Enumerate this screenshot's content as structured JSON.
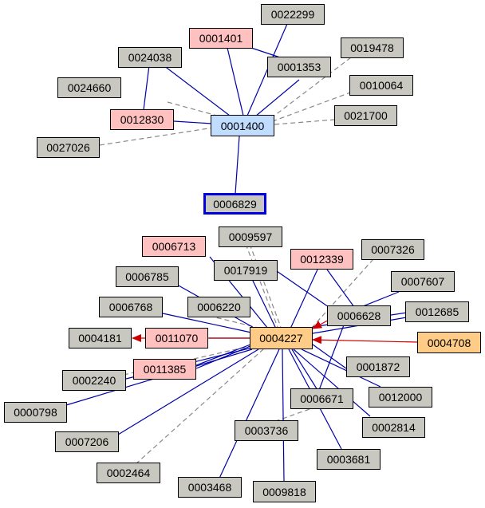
{
  "diagram": {
    "colors": {
      "node_default": "#c8c8c0",
      "node_pink": "#ffc0c0",
      "node_blue": "#c0dcff",
      "node_orange": "#ffcc88",
      "edge_solid": "#0000aa",
      "edge_dashed": "#888888",
      "edge_arrow": "#cc0000",
      "selected_border": "#0000dd"
    },
    "nodes": [
      {
        "id": "0022299"
      },
      {
        "id": "0001401"
      },
      {
        "id": "0019478"
      },
      {
        "id": "0024038"
      },
      {
        "id": "0001353"
      },
      {
        "id": "0024660"
      },
      {
        "id": "0010064"
      },
      {
        "id": "0012830"
      },
      {
        "id": "0021700"
      },
      {
        "id": "0001400"
      },
      {
        "id": "0027026"
      },
      {
        "id": "0006829"
      },
      {
        "id": "0009597"
      },
      {
        "id": "0006713"
      },
      {
        "id": "0007326"
      },
      {
        "id": "0012339"
      },
      {
        "id": "0017919"
      },
      {
        "id": "0006785"
      },
      {
        "id": "0007607"
      },
      {
        "id": "0006768"
      },
      {
        "id": "0006220"
      },
      {
        "id": "0006628"
      },
      {
        "id": "0012685"
      },
      {
        "id": "0004181"
      },
      {
        "id": "0011070"
      },
      {
        "id": "0004227"
      },
      {
        "id": "0004708"
      },
      {
        "id": "0001872"
      },
      {
        "id": "0011385"
      },
      {
        "id": "0002240"
      },
      {
        "id": "0012000"
      },
      {
        "id": "0006671"
      },
      {
        "id": "0000798"
      },
      {
        "id": "0002814"
      },
      {
        "id": "0003736"
      },
      {
        "id": "0007206"
      },
      {
        "id": "0003681"
      },
      {
        "id": "0002464"
      },
      {
        "id": "0003468"
      },
      {
        "id": "0009818"
      }
    ]
  }
}
